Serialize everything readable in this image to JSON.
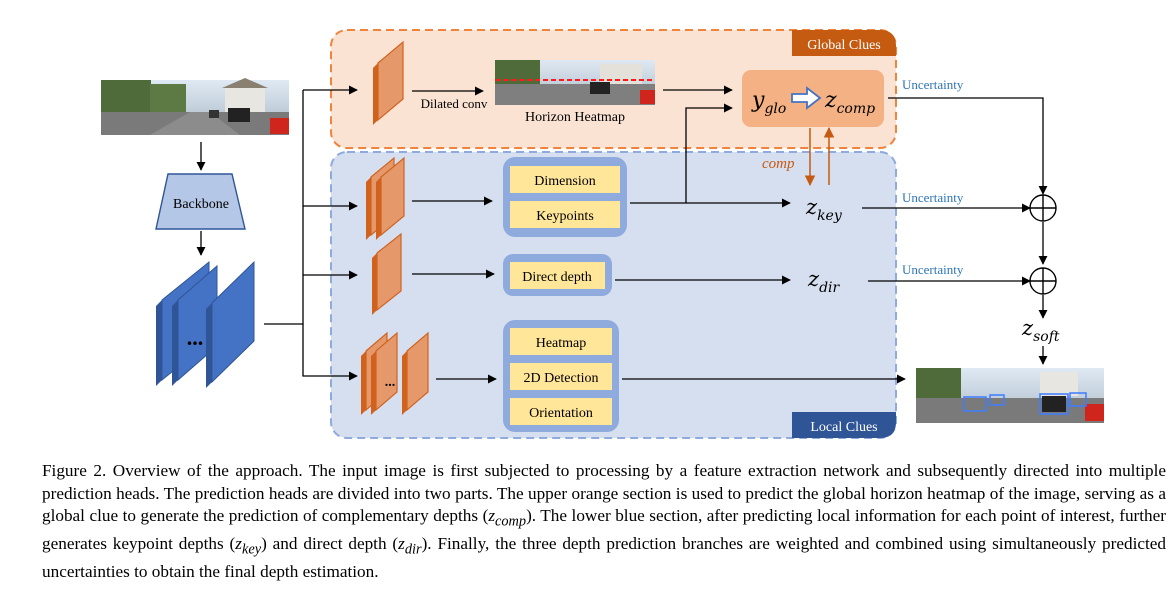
{
  "diagram": {
    "regions": {
      "global_label": "Global Clues",
      "local_label": "Local Clues"
    },
    "backbone_label": "Backbone",
    "ellipsis": "...",
    "dilated_conv_label": "Dilated conv",
    "horizon_heatmap_label": "Horizon Heatmap",
    "heads": {
      "top": [
        "Dimension",
        "Keypoints"
      ],
      "middle": [
        "Direct depth"
      ],
      "bottom": [
        "Heatmap",
        "2D Detection",
        "Orientation"
      ]
    },
    "comp_arrow_label": "comp",
    "uncertainty_label": "Uncertainty",
    "glo_box": {
      "y_main": "y",
      "y_sub": "glo",
      "z_main": "z",
      "z_sub": "comp"
    },
    "depths": {
      "key": {
        "main": "z",
        "sub": "key"
      },
      "dir": {
        "main": "z",
        "sub": "dir"
      },
      "soft": {
        "main": "z",
        "sub": "soft"
      }
    },
    "colors": {
      "global_fill": "#fbe3d3",
      "global_border": "#f0843c",
      "global_tag": "#c55a11",
      "local_fill": "#d6dff0",
      "local_border": "#8faadc",
      "local_tag": "#2f5597",
      "feature_map": "#4472c4",
      "conv_fill": "#e5996b",
      "conv_border": "#d1621e",
      "head_frame": "#8faadc",
      "head_item": "#ffe699",
      "glo_box": "#f4b183",
      "uncertainty_text": "#2e75b6",
      "comp_text": "#c55a11"
    }
  },
  "caption": {
    "p1": "Figure 2. Overview of the approach. The input image is first subjected to processing by a feature extraction network and subsequently directed into multiple prediction heads. The prediction heads are divided into two parts. The upper orange section is used to predict the global horizon heatmap of the image, serving as a global clue to generate the prediction of complementary depths (",
    "m1": "z",
    "s1": "comp",
    "p2": "). The lower blue section, after predicting local information for each point of interest, further generates keypoint depths (",
    "m2": "z",
    "s2": "key",
    "p3": ") and direct depth (",
    "m3": "z",
    "s3": "dir",
    "p4": "). Finally, the three depth prediction branches are weighted and combined using simultaneously predicted uncertainties to obtain the final depth estimation."
  }
}
